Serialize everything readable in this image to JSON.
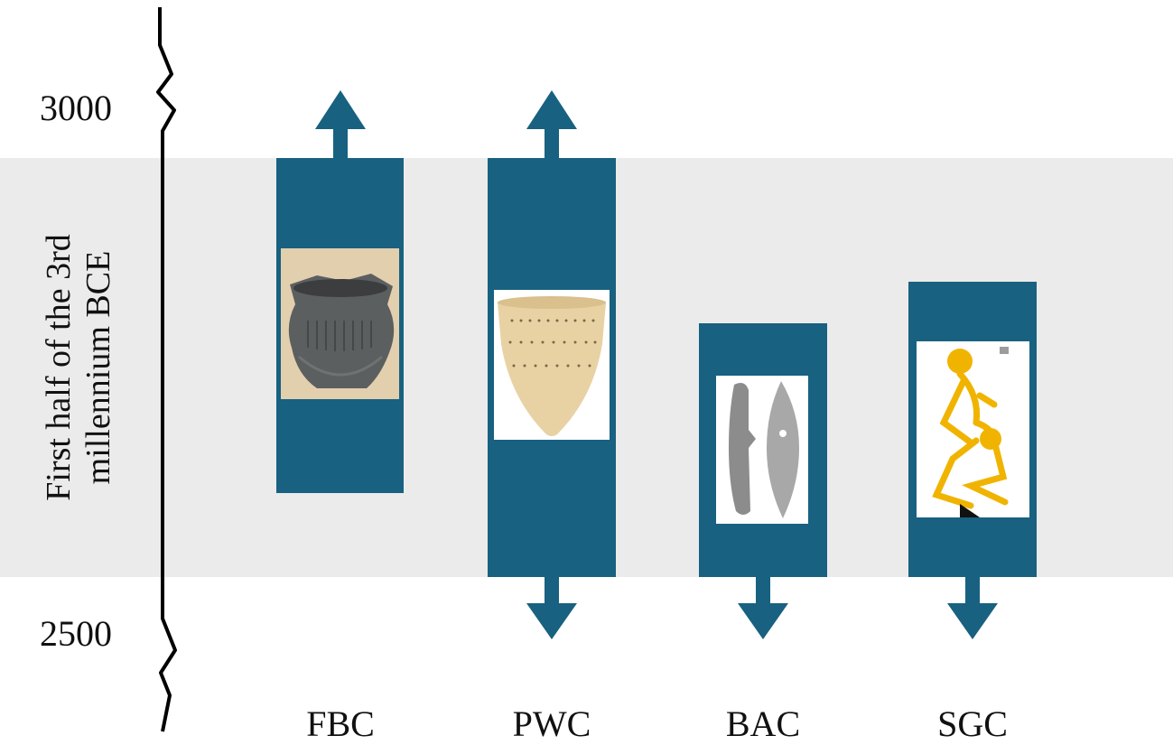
{
  "axis": {
    "ticks": [
      {
        "label": "3000"
      },
      {
        "label": "2500"
      }
    ],
    "band_label_lines": [
      "First half of the 3rd",
      "millennium BCE"
    ]
  },
  "colors": {
    "bar": "#186180",
    "band": "#ebebeb",
    "axis": "#000000",
    "skeleton": "#f0b400"
  },
  "cultures": [
    {
      "label": "FBC",
      "image": "pottery-beaker-icon",
      "extends_before": true,
      "extends_after": false
    },
    {
      "label": "PWC",
      "image": "pottery-vessel-icon",
      "extends_before": true,
      "extends_after": true
    },
    {
      "label": "BAC",
      "image": "stone-axe-icon",
      "extends_before": false,
      "extends_after": true
    },
    {
      "label": "SGC",
      "image": "skeleton-burial-icon",
      "extends_before": false,
      "extends_after": true
    }
  ]
}
